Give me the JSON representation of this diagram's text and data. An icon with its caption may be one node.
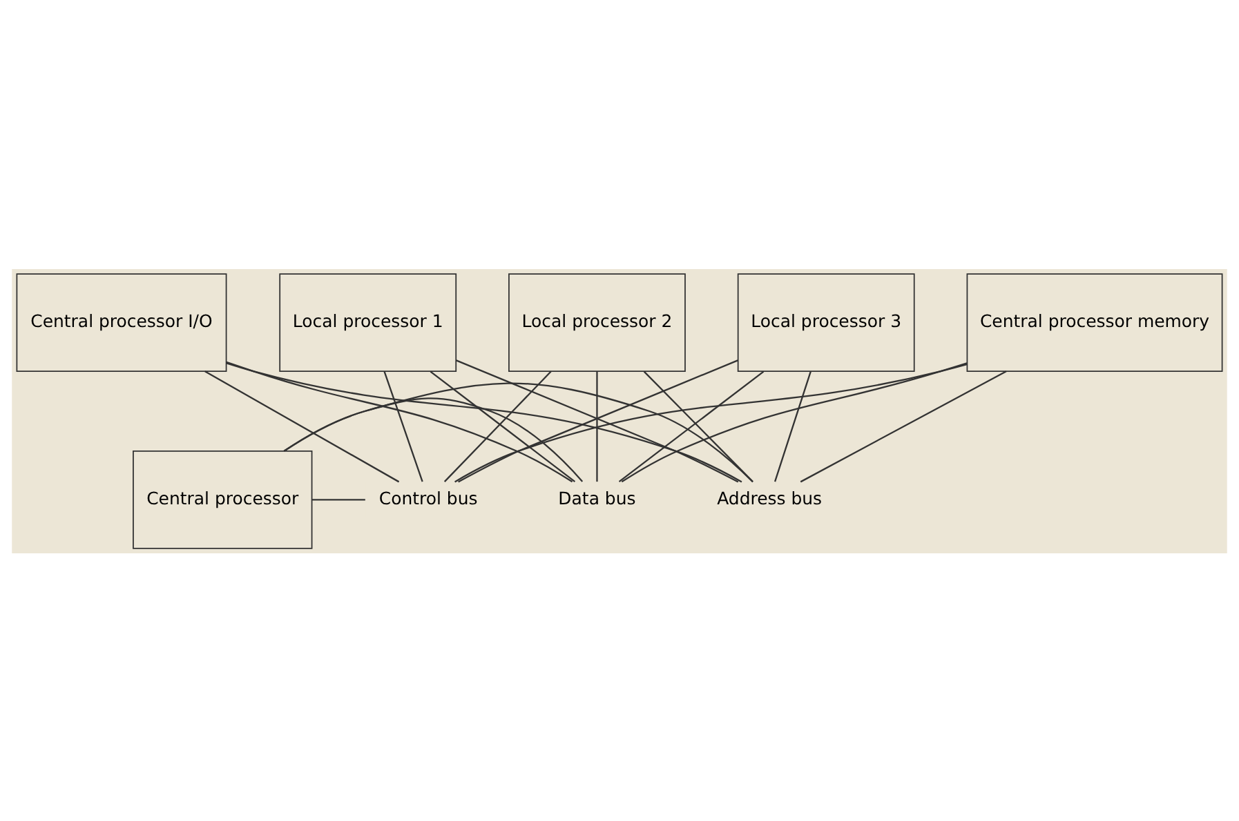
{
  "diagram": {
    "nodes": [
      {
        "text": [
          "Central processor memory"
        ]
      },
      {
        "text": [
          "Central processor I/O"
        ]
      },
      {
        "text": [
          "Central processor"
        ]
      },
      {
        "text": [
          "Address bus"
        ]
      },
      {
        "text": [
          "Data bus"
        ]
      },
      {
        "text": [
          "Control bus"
        ]
      },
      {
        "text": [
          "Local processor 1"
        ]
      },
      {
        "text": [
          "Local processor 2"
        ]
      },
      {
        "text": [
          "Local processor 3"
        ]
      }
    ],
    "edges": [
      {
        "from": 2,
        "to": 3,
        "arrow": "none"
      },
      {
        "from": 2,
        "to": 4,
        "arrow": "none"
      },
      {
        "from": 2,
        "to": 5,
        "arrow": "none"
      },
      {
        "from": 0,
        "to": 3,
        "arrow": "none"
      },
      {
        "from": 0,
        "to": 4,
        "arrow": "none"
      },
      {
        "from": 0,
        "to": 5,
        "arrow": "none"
      },
      {
        "from": 1,
        "to": 3,
        "arrow": "none"
      },
      {
        "from": 1,
        "to": 4,
        "arrow": "none"
      },
      {
        "from": 1,
        "to": 5,
        "arrow": "none"
      },
      {
        "from": 6,
        "to": 3,
        "arrow": "none"
      },
      {
        "from": 6,
        "to": 4,
        "arrow": "none"
      },
      {
        "from": 6,
        "to": 5,
        "arrow": "none"
      },
      {
        "from": 7,
        "to": 3,
        "arrow": "none"
      },
      {
        "from": 7,
        "to": 4,
        "arrow": "none"
      },
      {
        "from": 7,
        "to": 5,
        "arrow": "none"
      },
      {
        "from": 8,
        "to": 3,
        "arrow": "none"
      },
      {
        "from": 8,
        "to": 4,
        "arrow": "none"
      },
      {
        "from": 8,
        "to": 5,
        "arrow": "none"
      }
    ]
  }
}
